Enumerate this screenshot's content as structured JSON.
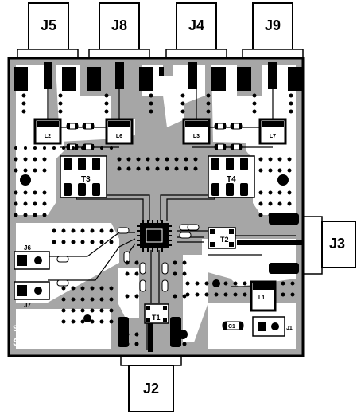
{
  "connectors": {
    "j5": "J5",
    "j8": "J8",
    "j4": "J4",
    "j9": "J9",
    "j3": "J3",
    "j2": "J2"
  },
  "components": {
    "l2": "L2",
    "l6": "L6",
    "l3": "L3",
    "l7": "L7",
    "t3": "T3",
    "t4": "T4",
    "t1": "T1",
    "t2": "T2",
    "l1": "L1",
    "c1": "C1",
    "j6": "J6",
    "j7": "J7",
    "j1": "J1"
  },
  "silkscreen": {
    "maker": "SMDI",
    "part_number": "12533381",
    "model": "SRF-x016"
  },
  "colors": {
    "board": "#a6a6a6",
    "outline": "#000000",
    "pad": "#000000",
    "copper_light": "#ffffff"
  }
}
